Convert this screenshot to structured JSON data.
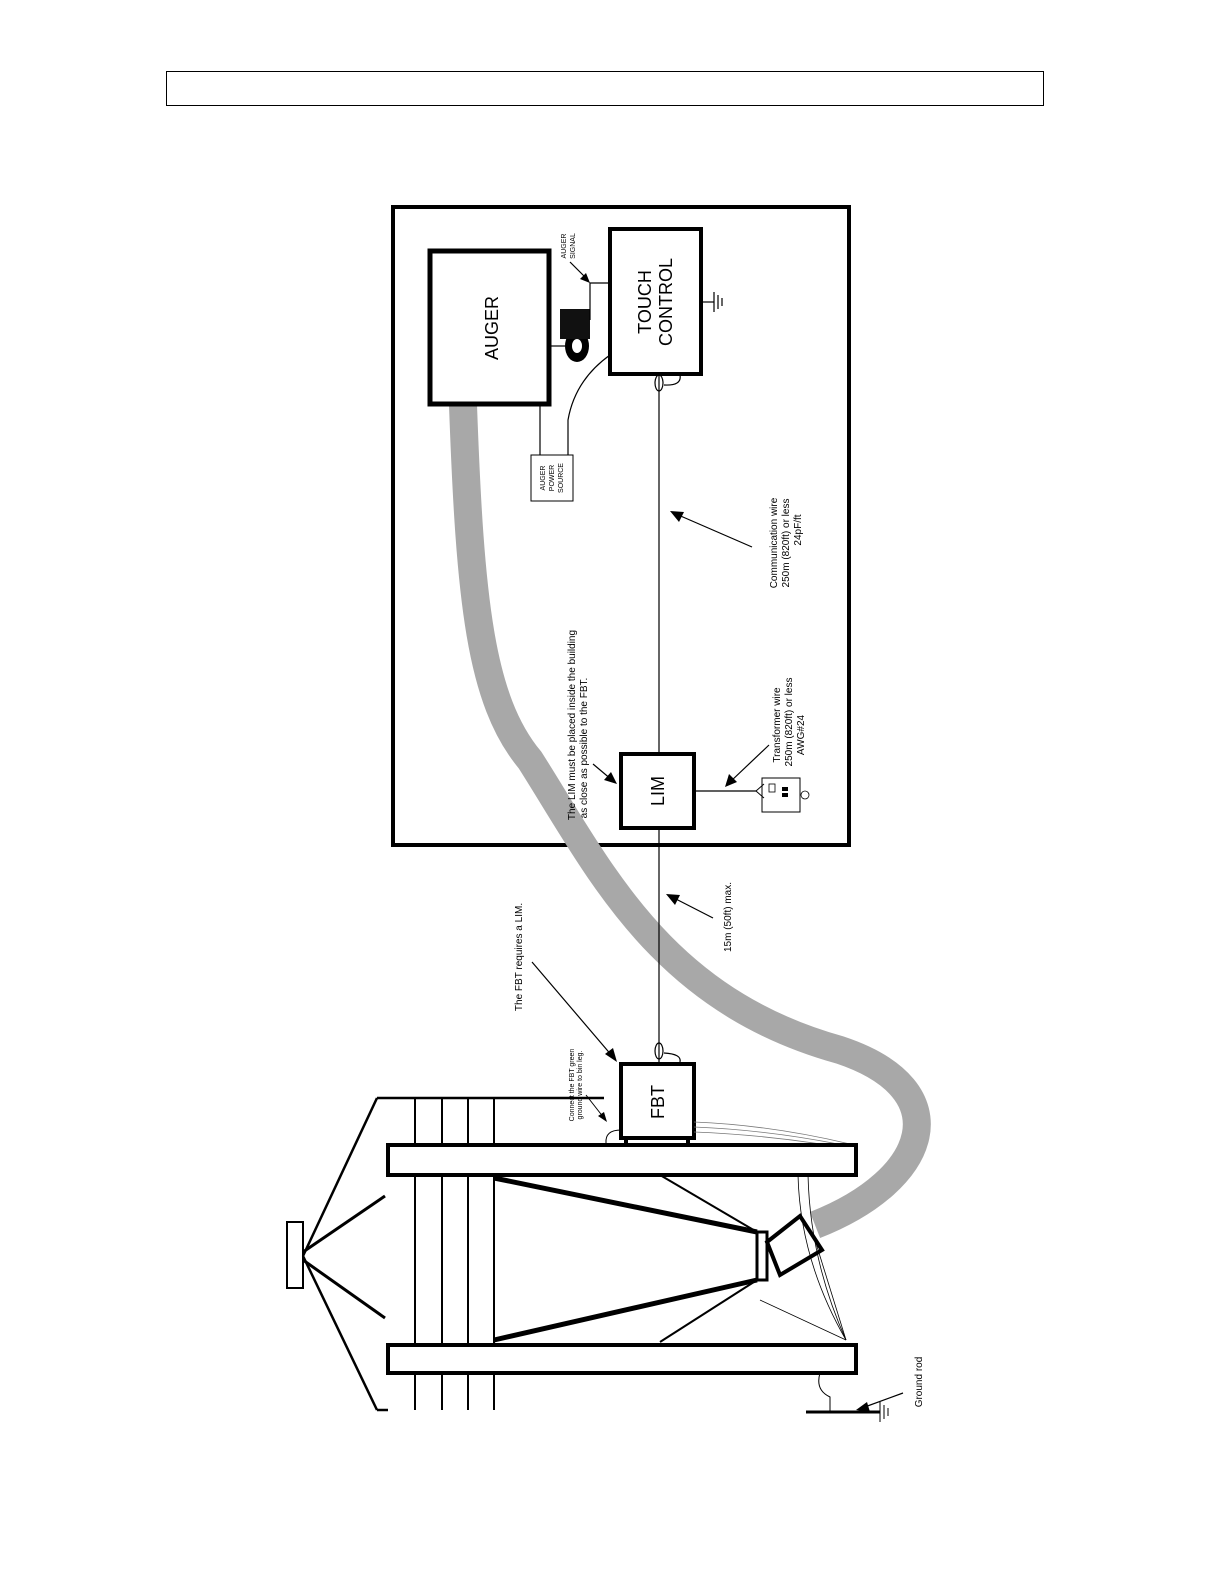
{
  "header": {
    "text": ""
  },
  "colors": {
    "line": "#000000",
    "hose": "#a8a8a8",
    "background": "#ffffff"
  },
  "boxes": {
    "auger": "AUGER",
    "touch_control_line1": "TOUCH",
    "touch_control_line2": "CONTROL",
    "lim": "LIM",
    "fbt": "FBT"
  },
  "labels": {
    "auger_signal_line1": "AUGER",
    "auger_signal_line2": "SIGNAL",
    "auger_power_line1": "AUGER",
    "auger_power_line2": "POWER",
    "auger_power_line3": "SOURCE",
    "communication_wire_line1": "Communication wire",
    "communication_wire_line2": "250m (820ft) or less",
    "communication_wire_line3": "24pF/ft",
    "lim_note_line1": "The LIM must be placed inside the building",
    "lim_note_line2": "as close as possible to the FBT.",
    "transformer_wire_line1": "Transformer wire",
    "transformer_wire_line2": "250m (820ft) or less",
    "transformer_wire_line3": "AWG#24",
    "max_distance": "15m (50ft) max.",
    "fbt_note": "The FBT requires a LIM.",
    "fbt_ground_line1": "Connect the FBT green",
    "fbt_ground_line2": "ground wire to bin leg.",
    "ground_rod": "Ground rod"
  },
  "icons": [
    "ground-symbol-icon",
    "auger-motor-icon",
    "power-outlet-icon",
    "feed-bin-icon"
  ]
}
